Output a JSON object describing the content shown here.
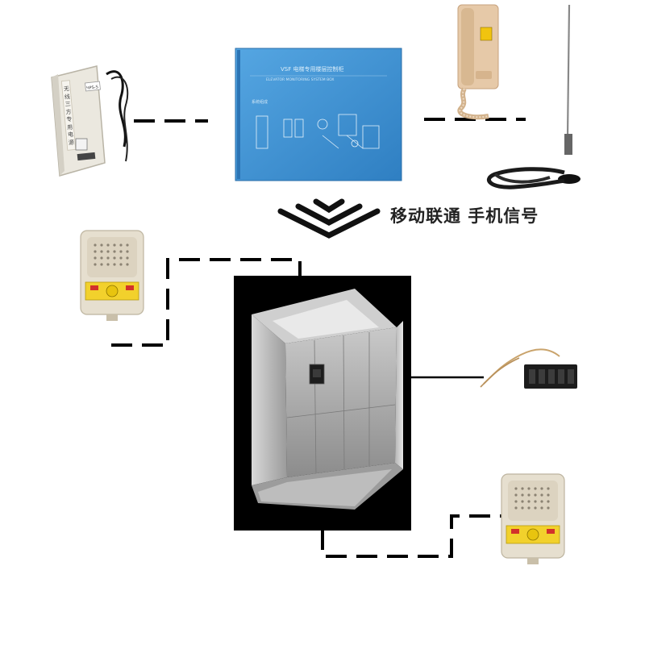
{
  "diagram": {
    "signal_label": "移动联通  手机信号",
    "colors": {
      "panel_blue": "#3d8fd1",
      "power_supply": "#e9e6dc",
      "handset": "#e3c7a6",
      "intercom": "#e4dccb",
      "warning_label": "#f2d12c",
      "wire": "#000000"
    },
    "devices": {
      "power_supply": {
        "label_top": "ЧРS-S",
        "side_text": [
          "无",
          "线",
          "三",
          "方",
          "专",
          "用",
          "电",
          "源"
        ]
      },
      "control_panel": {
        "title": "VSF 电梯专用楼层控制柜",
        "subtitle": "ELEVATOR MONITORING SYSTEM BOX",
        "section_label": "系统组成"
      },
      "handset": {
        "icon": "telephone-handset-icon"
      },
      "antenna": {
        "icon": "antenna-icon"
      },
      "intercom_top": {
        "icon": "intercom-speaker-icon"
      },
      "intercom_bottom": {
        "icon": "intercom-speaker-icon"
      },
      "car_module": {
        "icon": "car-module-icon"
      },
      "elevator": {
        "icon": "elevator-car-icon"
      }
    }
  }
}
